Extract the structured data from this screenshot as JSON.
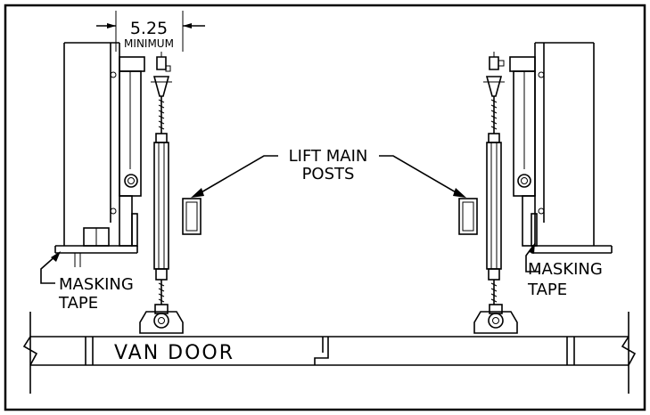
{
  "dimension": {
    "value": "5.25",
    "qualifier": "MINIMUM"
  },
  "labels": {
    "lift_main_posts_line1": "LIFT MAIN",
    "lift_main_posts_line2": "POSTS",
    "masking_tape_left_line1": "MASKING",
    "masking_tape_left_line2": "TAPE",
    "masking_tape_right_line1": "MASKING",
    "masking_tape_right_line2": "TAPE",
    "van_door": "VAN DOOR"
  }
}
